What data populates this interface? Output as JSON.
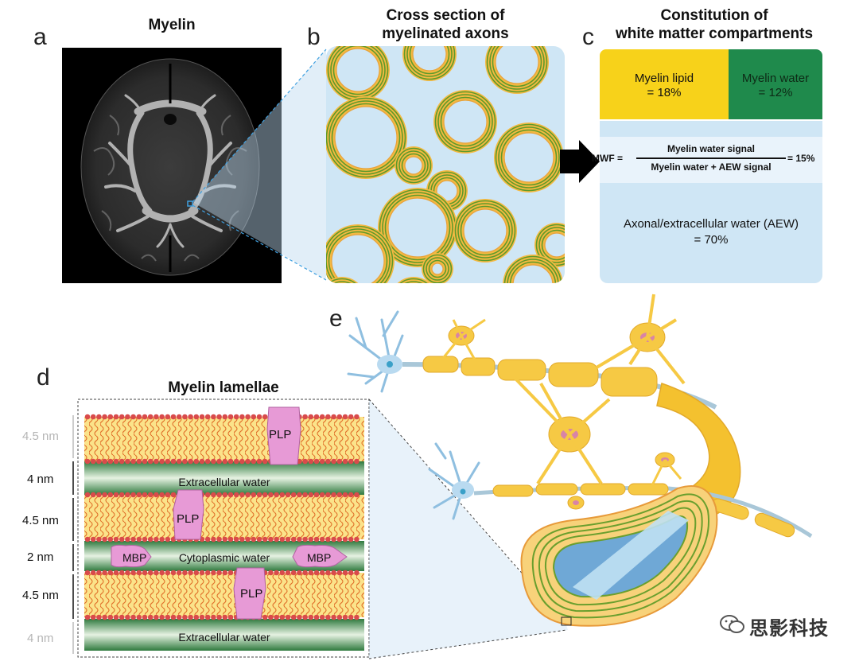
{
  "panels": {
    "a": {
      "letter": "a",
      "title": "Myelin"
    },
    "b": {
      "letter": "b",
      "title_line1": "Cross section of",
      "title_line2": "myelinated axons"
    },
    "c": {
      "letter": "c",
      "title_line1": "Constitution of",
      "title_line2": "white matter compartments",
      "myelin_lipid": {
        "label": "Myelin lipid",
        "value": "= 18%",
        "color": "#f7d21a"
      },
      "myelin_water": {
        "label": "Myelin water",
        "value": "= 12%",
        "color": "#1f8a4c"
      },
      "formula": {
        "lhs": "MWF =",
        "numerator": "Myelin water signal",
        "denominator": "Myelin water + AEW signal",
        "rhs": "= 15%"
      },
      "aew": {
        "label": "Axonal/extracellular water (AEW)",
        "value": "= 70%",
        "color": "#cfe6f5"
      }
    },
    "d": {
      "letter": "d",
      "title": "Myelin lamellae",
      "dimensions": [
        "4.5 nm",
        "4 nm",
        "4.5 nm",
        "2 nm",
        "4.5 nm",
        "4 nm"
      ],
      "extracellular_1": "Extracellular water",
      "cytoplasmic": "Cytoplasmic water",
      "extracellular_2": "Extracellular water",
      "plp_1": "PLP",
      "plp_2": "PLP",
      "plp_3": "PLP",
      "mbp_1": "MBP",
      "mbp_2": "MBP"
    },
    "e": {
      "letter": "e"
    }
  },
  "watermark": {
    "text": "思影科技"
  },
  "colors": {
    "axon_blue": "#cfe6f5",
    "myelin_orange": "#f4b942",
    "myelin_green": "#6a9f2e",
    "plp_pink": "#e79ad6",
    "water_green": "#4f9a5a",
    "oligodendrocyte_yellow": "#f6c944"
  }
}
